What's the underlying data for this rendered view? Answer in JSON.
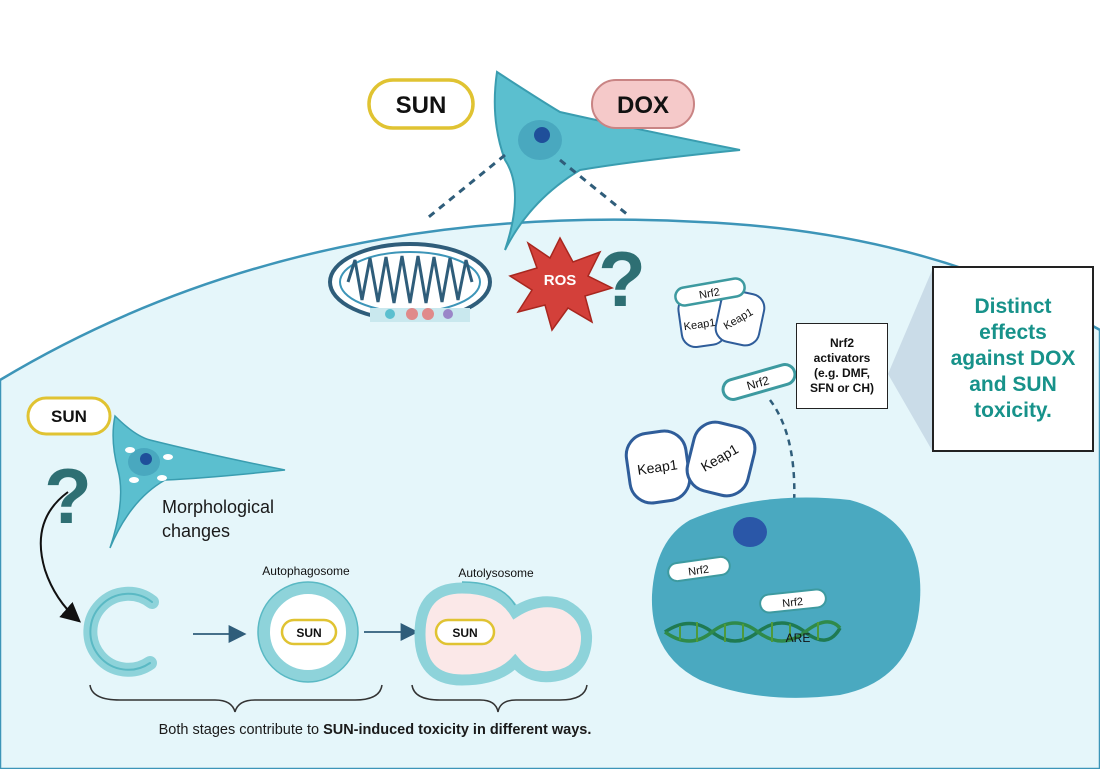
{
  "top": {
    "sun_label": "SUN",
    "dox_label": "DOX",
    "ros_label": "ROS"
  },
  "pathway": {
    "nrf2_label": "Nrf2",
    "keap1_label": "Keap1",
    "activators": {
      "title": "Nrf2",
      "line1": "activators",
      "line2": "(e.g. DMF,",
      "line3": "SFN  or CH)"
    },
    "are_label": "ARE"
  },
  "conclusion": {
    "text": "Distinct effects against DOX and SUN toxicity."
  },
  "autophagy": {
    "sun_label": "SUN",
    "morph_label": "Morphological changes",
    "autophagosome_label": "Autophagosome",
    "autolysosome_label": "Autolysosome",
    "cargo_label": "SUN",
    "caption_prefix": "Both stages contribute to ",
    "caption_bold": "SUN-induced toxicity in different ways.",
    "question_mark": "?"
  },
  "colors": {
    "cell_fill": "#e5f6fa",
    "cell_stroke": "#3d95b8",
    "cardio": "#5bbfcf",
    "nucleus": "#4aa9c0",
    "sun_border": "#e0c332",
    "dox_fill": "#f5c9c9",
    "ros_fill": "#d3403a",
    "question": "#2e6f73",
    "accent_text": "#17928a"
  }
}
